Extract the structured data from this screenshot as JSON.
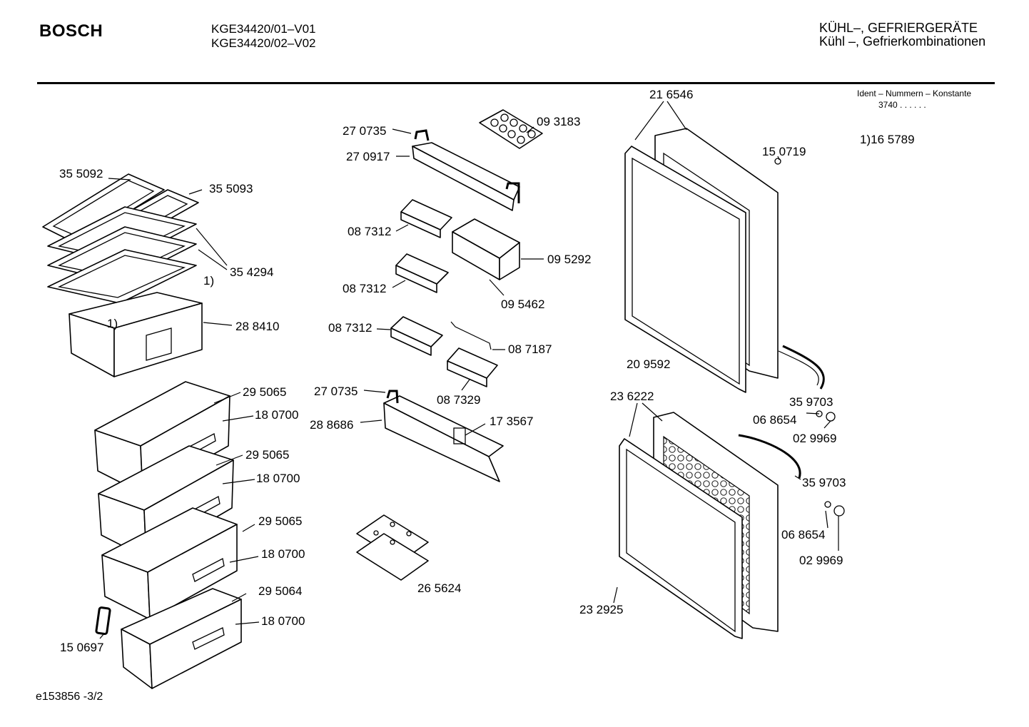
{
  "header": {
    "brand": "BOSCH",
    "model_1": "KGE34420/01–V01",
    "model_2": "KGE34420/02–V02",
    "title_1": "KÜHL–, GEFRIERGERÄTE",
    "title_2": "Kühl –, Gefrierkombinationen"
  },
  "ident": {
    "label": "Ident – Nummern – Konstante",
    "value": "3740 . .   . . . ."
  },
  "note": "1)16 5789",
  "footer": "e153856 -3/2",
  "parts": [
    "35 5092",
    "35 5093",
    "35 4294",
    "1)",
    "1)",
    "28 8410",
    "29 5065",
    "18 0700",
    "29 5065",
    "18 0700",
    "29 5065",
    "18 0700",
    "29 5064",
    "18 0700",
    "15 0697",
    "27 0735",
    "27 0917",
    "09 3183",
    "08 7312",
    "09 5292",
    "08 7312",
    "09 5462",
    "08 7312",
    "08 7187",
    "08 7329",
    "27 0735",
    "28 8686",
    "17 3567",
    "26 5624",
    "21 6546",
    "15 0719",
    "20 9592",
    "35 9703",
    "06 8654",
    "02 9969",
    "23 6222",
    "35 9703",
    "06 8654",
    "02 9969",
    "23 2925"
  ]
}
